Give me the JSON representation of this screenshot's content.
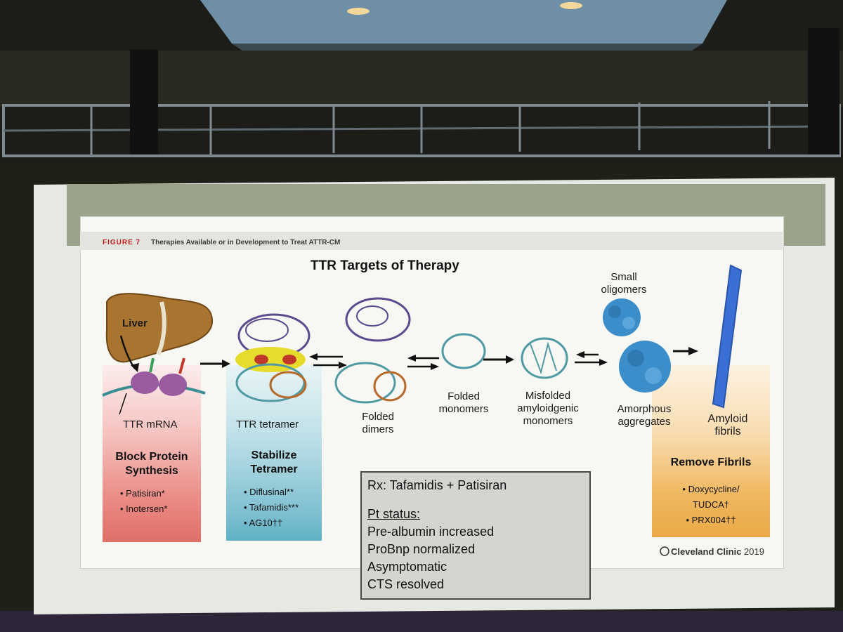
{
  "figure": {
    "label": "FIGURE 7",
    "caption": "Therapies Available or in Development to Treat ATTR-CM",
    "title": "TTR Targets of Therapy",
    "copyright_brand": "Cleveland Clinic",
    "copyright_year": "2019"
  },
  "labels": {
    "liver": "Liver",
    "mrna": "TTR mRNA",
    "tetramer": "TTR tetramer",
    "dimers_1": "Folded",
    "dimers_2": "dimers",
    "monomers_1": "Folded",
    "monomers_2": "monomers",
    "misfolded_1": "Misfolded",
    "misfolded_2": "amyloidgenic",
    "misfolded_3": "monomers",
    "oligomers_1": "Small",
    "oligomers_2": "oligomers",
    "aggregates_1": "Amorphous",
    "aggregates_2": "aggregates",
    "fibrils_1": "Amyloid",
    "fibrils_2": "fibrils"
  },
  "therapies": {
    "block": {
      "title_1": "Block Protein",
      "title_2": "Synthesis",
      "drugs": [
        "• Patisiran*",
        "• Inotersen*"
      ]
    },
    "stabilize": {
      "title_1": "Stabilize",
      "title_2": "Tetramer",
      "drugs": [
        "• Diflusinal**",
        "• Tafamidis***",
        "• AG10††"
      ]
    },
    "remove": {
      "title": "Remove Fibrils",
      "drugs": [
        "• Doxycycline/",
        "TUDCA†",
        "• PRX004††"
      ]
    }
  },
  "case": {
    "rx": "Rx: Tafamidis + Patisiran",
    "status_heading": "Pt status:",
    "status": [
      "Pre-albumin increased",
      "ProBnp normalized",
      "Asymptomatic",
      "CTS resolved"
    ]
  },
  "colors": {
    "label_red": "#c01a1a",
    "protein_purple": "#5b4a8e",
    "protein_teal": "#4f9aa3",
    "fibril_blue": "#3a6fd6",
    "oligomer_blue": "#3b8ec9"
  }
}
